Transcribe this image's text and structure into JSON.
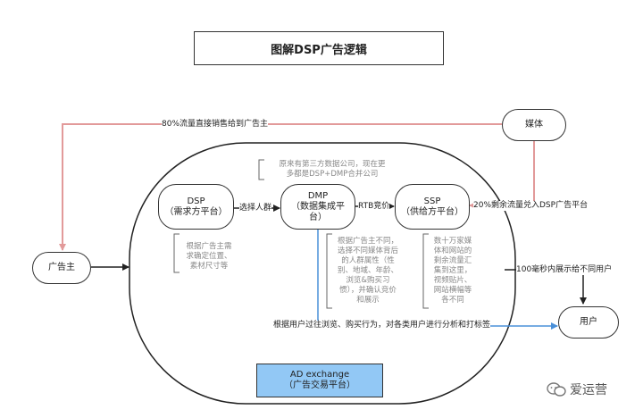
{
  "title": "图解DSP广告逻辑",
  "nodes": {
    "media": "媒体",
    "advertiser": "广告主",
    "user": "用户",
    "dsp": {
      "name": "DSP",
      "sub": "（需求方平台）"
    },
    "dmp": {
      "name": "DMP",
      "sub1": "（数据集成平",
      "sub2": "台）"
    },
    "ssp": {
      "name": "SSP",
      "sub": "（供给方平台）"
    },
    "adx": {
      "name": "AD exchange",
      "sub": "（广告交易平台）"
    }
  },
  "edges": {
    "direct_sale": "80%流量直接销售给到广告主",
    "remaining": "20%剩余流量兑入DSP广告平台",
    "select_crowd": "选择人群",
    "rtb": "RTB竞价",
    "show_100ms": "100毫秒内展示给不同用户",
    "analyze": "根据用户过往浏览、购买行为，对各类用户进行分析和打标签"
  },
  "notes": {
    "dmp_top": [
      "原来有第三方数据公司，现在更",
      "多都是DSP+DMP合并公司"
    ],
    "dsp_bottom": [
      "根据广告主需",
      "求确定位置、",
      "素材尺寸等"
    ],
    "dmp_bottom": [
      "根据广告主不同，",
      "选择不同媒体背后",
      "的人群属性（性",
      "别、地域、年龄、",
      "浏览&购买习",
      "惯），并确认竞价",
      "和展示"
    ],
    "ssp_bottom": [
      "数十万家媒",
      "体和网站的",
      "剩余流量汇",
      "集到这里，",
      "视频贴片、",
      "网站横幅等",
      "各不同"
    ]
  },
  "watermark": "爱运营",
  "colors": {
    "pink": "#e29a9a",
    "blue": "#4a90d9",
    "dark": "#222222",
    "adx_fill": "#92c8f5"
  }
}
